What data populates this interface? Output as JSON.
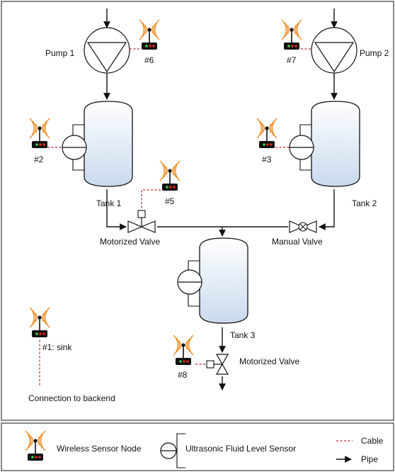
{
  "pumps": [
    {
      "label": "Pump 1"
    },
    {
      "label": "Pump 2"
    }
  ],
  "tanks": [
    {
      "label": "Tank 1"
    },
    {
      "label": "Tank 2"
    },
    {
      "label": "Tank 3"
    }
  ],
  "valves": {
    "motorized_top": "Motorized Valve",
    "manual": "Manual Valve",
    "motorized_bottom": "Motorized Valve"
  },
  "sensor_nodes": [
    {
      "id": "#6"
    },
    {
      "id": "#7"
    },
    {
      "id": "#2"
    },
    {
      "id": "#3"
    },
    {
      "id": "#5"
    },
    {
      "id": "#8"
    },
    {
      "id": "#1: sink"
    }
  ],
  "backend_label": "Connection to backend",
  "legend": {
    "wireless_sensor_node": "Wireless Sensor Node",
    "ultrasonic_sensor": "Ultrasonic Fluid Level Sensor",
    "cable": "Cable",
    "pipe": "Pipe"
  },
  "colors": {
    "led_green": "#3fd13f",
    "led_red": "#e02020",
    "signal_orange": "#f08a1c",
    "cable_red": "#c0242a",
    "tank_gradient_top": "#ffffff",
    "tank_gradient_bottom": "#c9daee"
  }
}
